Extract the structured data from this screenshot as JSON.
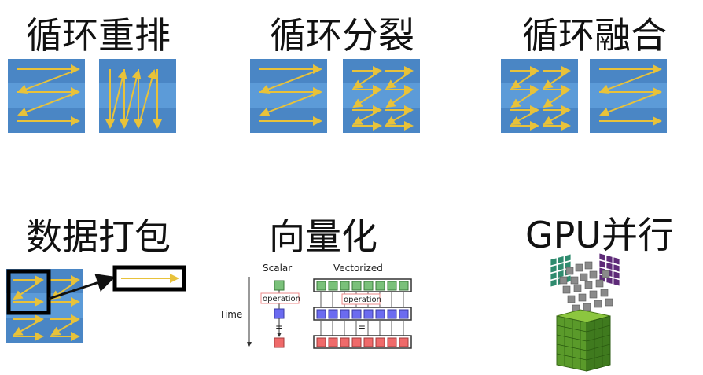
{
  "titles": {
    "reorder": "循环重排",
    "split": "循环分裂",
    "fusion": "循环融合",
    "tiling": "数据打包",
    "vectorize": "向量化",
    "gpu": "GPU并行"
  },
  "vector_panel": {
    "scalar_label": "Scalar",
    "vectorized_label": "Vectorized",
    "time_label": "Time",
    "operation_label": "operation",
    "equals_label": "="
  },
  "colors": {
    "tile_light": "#5b9bd5",
    "tile_dark": "#3f73a8",
    "arrow": "#e8c23a",
    "green": "#7ac17a",
    "blue": "#6b6bf0",
    "red": "#ef6a6a"
  }
}
